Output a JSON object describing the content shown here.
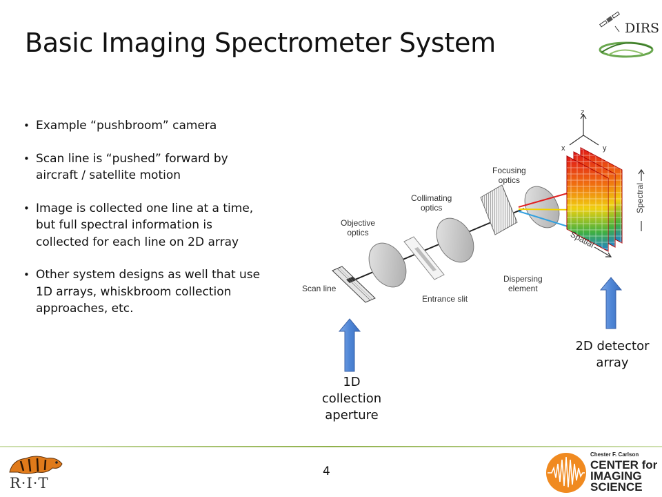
{
  "slide": {
    "title": "Basic Imaging Spectrometer System",
    "page_number": "4"
  },
  "logos": {
    "top_right": "DIRS",
    "bottom_left": "R·I·T",
    "bottom_right_small": "Chester F. Carlson",
    "bottom_right_line1": "CENTER for",
    "bottom_right_line2": "IMAGING",
    "bottom_right_line3": "SCIENCE"
  },
  "bullets": [
    "Example “pushbroom” camera",
    "Scan line is “pushed” forward by aircraft / satellite motion",
    "Image is collected one line at a time, but full spectral information is collected for each line on 2D array",
    "Other system designs as well that use 1D arrays, whiskbroom collection approaches, etc."
  ],
  "diagram": {
    "labels": {
      "scan_line": "Scan line",
      "objective_optics_1": "Objective",
      "objective_optics_2": "optics",
      "collimating_optics_1": "Collimating",
      "collimating_optics_2": "optics",
      "entrance_slit": "Entrance slit",
      "focusing_optics_1": "Focusing",
      "focusing_optics_2": "optics",
      "dispersing_element_1": "Dispersing",
      "dispersing_element_2": "element",
      "spectral": "Spectral",
      "spatial": "Spatial",
      "axis_z": "z",
      "axis_x": "x",
      "axis_y": "y"
    },
    "beam_colors": [
      "#e02020",
      "#f0d000",
      "#30a0e0"
    ],
    "arrow_color": "#5b8fd6"
  },
  "captions": {
    "aperture_1": "1D",
    "aperture_2": "collection",
    "aperture_3": "aperture",
    "detector_1": "2D detector",
    "detector_2": "array"
  }
}
